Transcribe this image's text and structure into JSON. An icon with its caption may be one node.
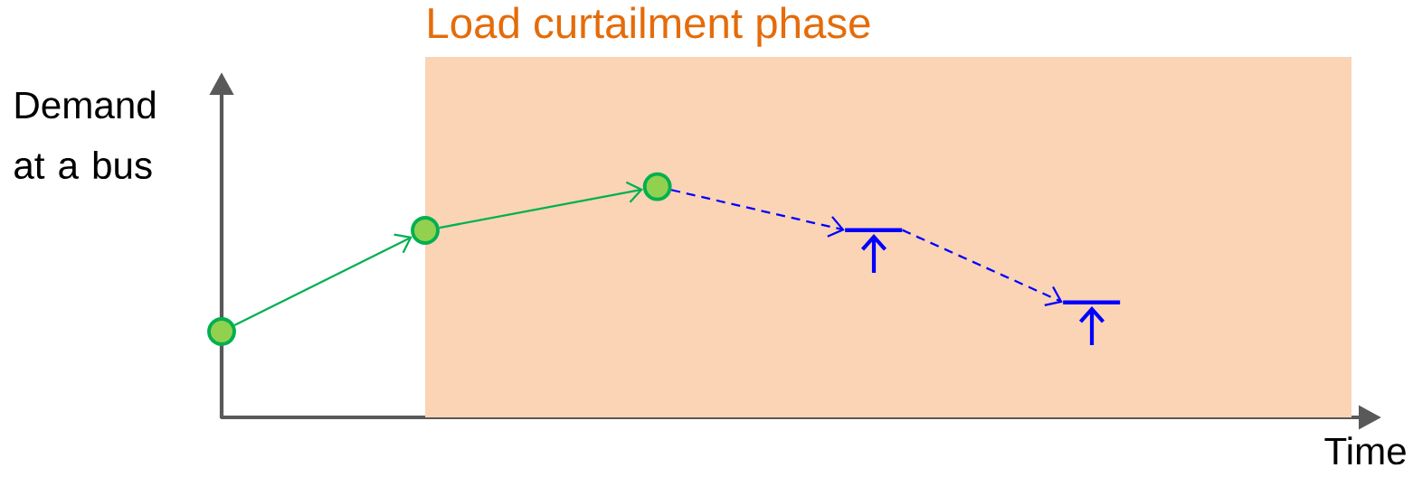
{
  "diagram": {
    "nodes": [
      {
        "text": [
          "Load curtailment phase"
        ]
      },
      {
        "text": [],
        "shape": "circle"
      },
      {
        "text": [],
        "shape": "circle"
      },
      {
        "text": [],
        "shape": "circle",
        "in": 0
      },
      {
        "text": [],
        "shape": "bar",
        "in": 0
      },
      {
        "text": [],
        "shape": "bar",
        "in": 0
      }
    ],
    "edges": [
      {
        "from": 1,
        "to": 2,
        "arrow": "to",
        "color": "#00b050"
      },
      {
        "from": 2,
        "to": 3,
        "arrow": "to",
        "color": "#00b050"
      },
      {
        "from": 3,
        "to": 4,
        "arrow": "to",
        "style": "dashed",
        "color": "#0000ff"
      },
      {
        "from": 4,
        "to": 5,
        "arrow": "to",
        "style": "dashed",
        "color": "#0000ff"
      }
    ],
    "labels": [
      "Demand at a bus",
      "Time"
    ]
  }
}
